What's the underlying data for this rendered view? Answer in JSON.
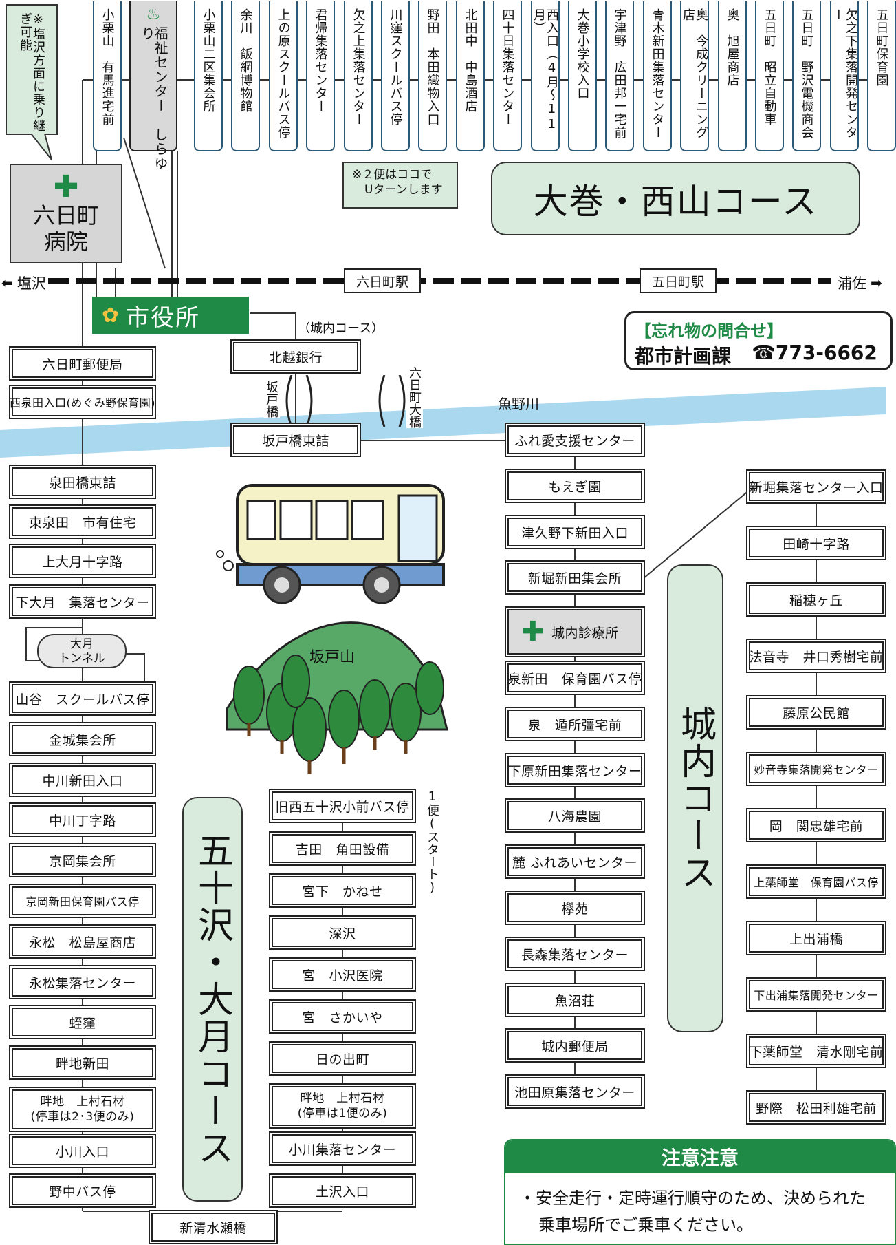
{
  "west_courses_stops": [
    "小栗山　有馬進宅前",
    "福祉センター　しらゆり"
  ],
  "top_stops": [
    "小栗山二区集会所",
    "余川　飯綱博物館",
    "上の原スクールバス停",
    "君帰集落センター",
    "欠之上集落センター",
    "川窪スクールバス停",
    "野田　本田織物入口",
    "北田中　中島酒店",
    "四十日集落センター",
    "西入口（4月～11月）",
    "大巻小学校入口",
    "宇津野　広田邦一宅前",
    "青木新田集落センター",
    "奥　今成クリーニング店",
    "奥　旭屋商店",
    "五日町　昭立自動車",
    "五日町　野沢電機商会",
    "欠之下集落開発センター",
    "五日町保育園"
  ],
  "transfer_note": "※塩沢方面に乗り継ぎ可能",
  "uturn_note": {
    "line1": "※２便はココで",
    "line2": "Uターンします"
  },
  "hospital": {
    "line1": "六日町",
    "line2": "病院"
  },
  "nishiyama_course": "大巻・西山コース",
  "railway": {
    "west": "塩沢",
    "east": "浦佐",
    "station1": "六日町駅",
    "station2": "五日町駅"
  },
  "city_hall": "市役所",
  "jonai_label": "（城内コース）",
  "hokuetsu_bank": "北越銀行",
  "lost_found": {
    "title": "【忘れ物の問合せ】",
    "dept": "都市計画課",
    "phone": "☎773-6662"
  },
  "river": {
    "name": "魚野川",
    "bridge1": "坂戸橋",
    "bridge2": "六日町大橋"
  },
  "sakado_east": "坂戸橋東詰",
  "left_column": [
    "六日町郵便局",
    "西泉田入口(めぐみ野保育園)",
    "泉田橋東詰",
    "東泉田　市有住宅",
    "上大月十字路",
    "下大月　集落センター",
    "山谷　スクールバス停",
    "金城集会所",
    "中川新田入口",
    "中川丁字路",
    "京岡集会所",
    "京岡新田保育園バス停",
    "永松　松島屋商店",
    "永松集落センター",
    "蛭窪",
    "畔地新田",
    "畔地　上村石材",
    "(停車は2･3便のみ)",
    "小川入口",
    "野中バス停"
  ],
  "tunnel": {
    "line1": "大月",
    "line2": "トンネル"
  },
  "mountain": "坂戸山",
  "mid_column": [
    "旧西五十沢小前バス停",
    "吉田　角田設備",
    "宮下　かねせ",
    "深沢",
    "宮　小沢医院",
    "宮　さかいや",
    "日の出町",
    "畔地　上村石材",
    "(停車は1便のみ)",
    "小川集落センター",
    "土沢入口"
  ],
  "start_note": "1便(スタート)",
  "bottom_bridge": "新清水瀬橋",
  "ikazawa_course": "五十沢・大月コース",
  "jonai_column": [
    "ふれ愛支援センター",
    "もえぎ園",
    "津久野下新田入口",
    "新堀新田集会所",
    "城内診療所",
    "泉新田　保育園バス停",
    "泉　遁所彊宅前",
    "下原新田集落センター",
    "八海農園",
    "麓 ふれあいセンター",
    "欅苑",
    "長森集落センター",
    "魚沼荘",
    "城内郵便局",
    "池田原集落センター"
  ],
  "jonai_course": "城内コース",
  "right_column": [
    "新堀集落センター入口",
    "田崎十字路",
    "稲穂ヶ丘",
    "法音寺　井口秀樹宅前",
    "藤原公民館",
    "妙音寺集落開発センター",
    "岡　関忠雄宅前",
    "上薬師堂　保育園バス停",
    "上出浦橋",
    "下出浦集落開発センター",
    "下薬師堂　清水剛宅前",
    "野際　松田利雄宅前"
  ],
  "caution": {
    "title": "注意注意",
    "line1": "・安全走行・定時運行順守のため、決められた",
    "line2": "乗車場所でご乗車ください。"
  },
  "colors": {
    "course_fill": "#d9ebdd",
    "river": "#a9d8ef",
    "caution_header": "#1f8a46",
    "city_hall": "#1f8a46",
    "stop_border": "#2b5a78"
  }
}
